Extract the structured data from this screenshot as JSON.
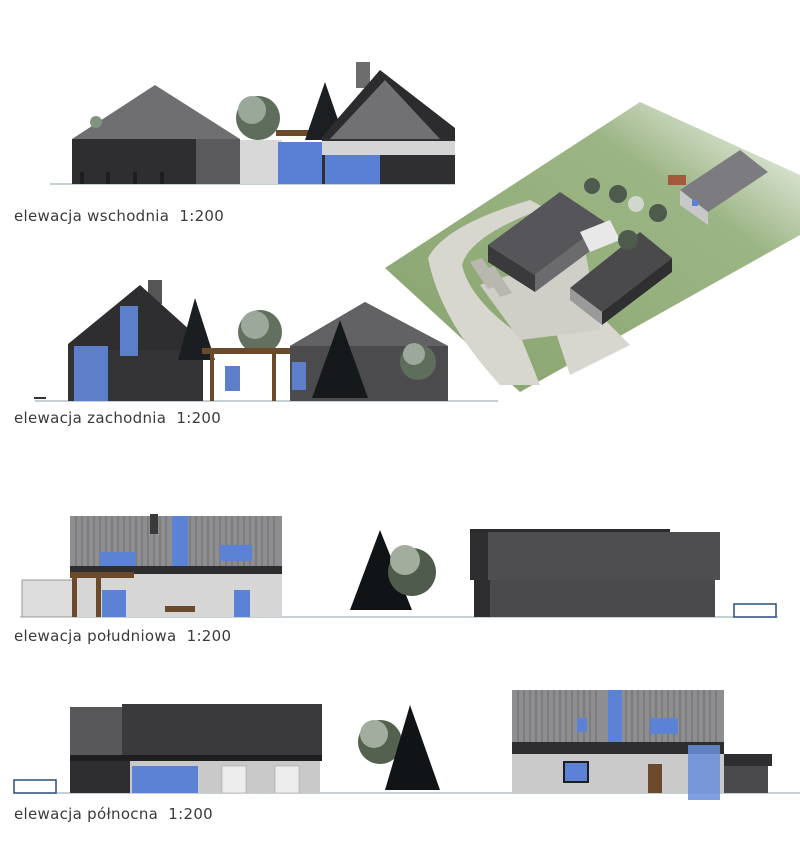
{
  "sheet": {
    "captions": {
      "east": "elewacja wschodnia  1:200",
      "west": "elewacja zachodnia  1:200",
      "south": "elewacja południowa  1:200",
      "north": "elewacja północna  1:200"
    }
  },
  "colors": {
    "roof_dark": "#3c3c3e",
    "roof_mid": "#6e6e70",
    "wall_dark": "#2f2f31",
    "wall_light": "#c9c9c9",
    "glass_blue": "#5b82d4",
    "timber": "#6b4a2b",
    "ground": "#93a98a",
    "lawn": "#8aa46f",
    "paving": "#d9d9d3"
  },
  "icons": [
    "tree-icon",
    "pergola",
    "chimney"
  ]
}
